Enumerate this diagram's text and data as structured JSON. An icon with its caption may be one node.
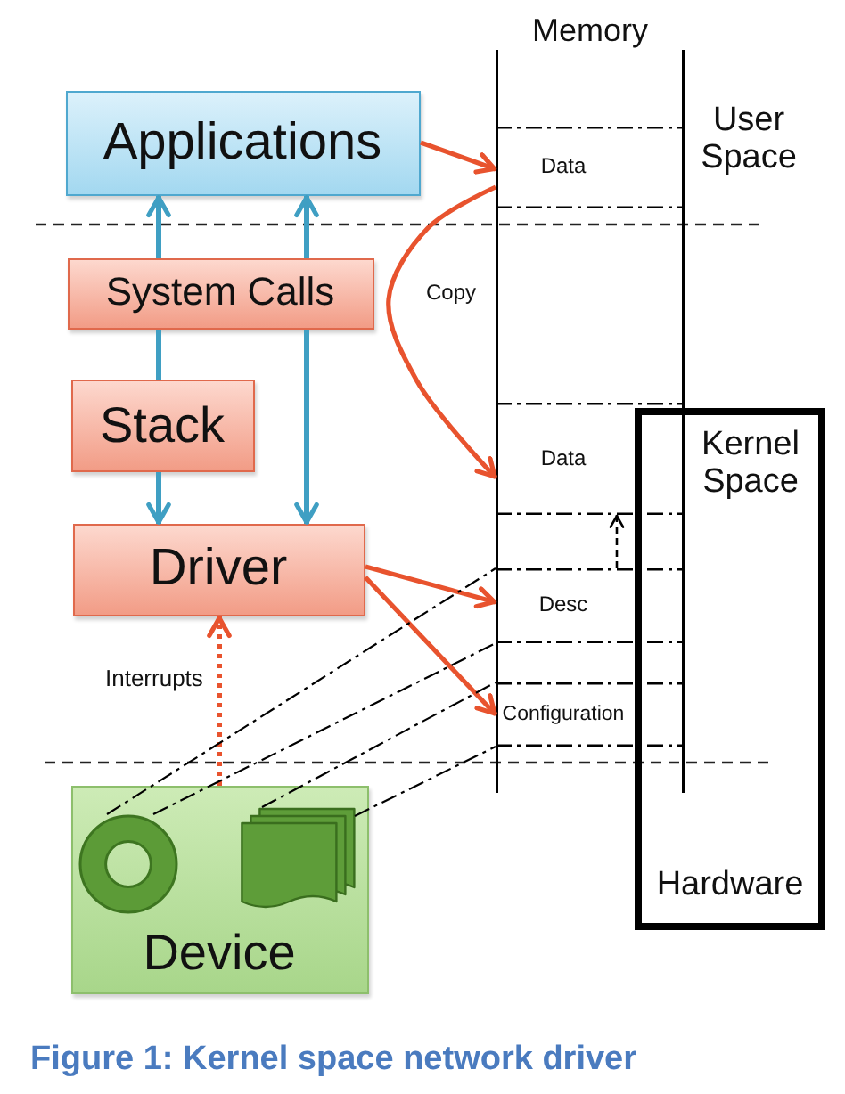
{
  "diagram": {
    "caption": "Figure 1: Kernel space network driver",
    "nodes": [
      {
        "text": [
          "Applications"
        ]
      },
      {
        "text": [
          "System Calls"
        ]
      },
      {
        "text": [
          "Stack"
        ]
      },
      {
        "text": [
          "Driver"
        ]
      },
      {
        "text": [
          "Device"
        ]
      },
      {
        "text": [],
        "shape": "ring",
        "in": 4
      },
      {
        "text": [],
        "shape": "sheets",
        "in": 4
      },
      {
        "text": [
          "Memory"
        ]
      },
      {
        "text": [
          "Data"
        ],
        "in": 7
      },
      {
        "text": [
          "Data"
        ],
        "in": 7
      },
      {
        "text": [
          "Desc"
        ],
        "in": 7
      },
      {
        "text": [
          "Configuration"
        ],
        "in": 7
      },
      {
        "text": [
          "Kernel Space",
          "Hardware"
        ]
      }
    ],
    "edges": [
      {
        "from": 1,
        "to": 0,
        "arrow": "to",
        "color": "#3f9fc3"
      },
      {
        "from": 1,
        "to": 0,
        "arrow": "to",
        "color": "#3f9fc3"
      },
      {
        "from": 1,
        "to": 2,
        "arrow": "none",
        "color": "#3f9fc3"
      },
      {
        "from": 2,
        "to": 3,
        "arrow": "to",
        "color": "#3f9fc3"
      },
      {
        "from": 1,
        "to": 3,
        "arrow": "to",
        "color": "#3f9fc3"
      },
      {
        "from": 0,
        "to": 8,
        "arrow": "to",
        "color": "#e8532e"
      },
      {
        "from": 8,
        "to": 9,
        "arrow": "to",
        "label": "Copy",
        "color": "#e8532e"
      },
      {
        "from": 3,
        "to": 10,
        "arrow": "to",
        "color": "#e8532e"
      },
      {
        "from": 3,
        "to": 11,
        "arrow": "to",
        "color": "#e8532e"
      },
      {
        "from": 4,
        "to": 3,
        "arrow": "to",
        "label": "Interrupts",
        "style": "dashed",
        "color": "#e8532e"
      },
      {
        "from": 5,
        "to": 10,
        "arrow": "none",
        "style": "dashed",
        "color": "#000000"
      },
      {
        "from": 5,
        "to": 10,
        "arrow": "none",
        "style": "dashed",
        "color": "#000000"
      },
      {
        "from": 6,
        "to": 11,
        "arrow": "none",
        "style": "dashed",
        "color": "#000000"
      },
      {
        "from": 6,
        "to": 11,
        "arrow": "none",
        "style": "dashed",
        "color": "#000000"
      },
      {
        "from": 10,
        "to": 9,
        "arrow": "to",
        "style": "dashed",
        "color": "#000000"
      }
    ],
    "labels": [
      "User Space"
    ]
  }
}
